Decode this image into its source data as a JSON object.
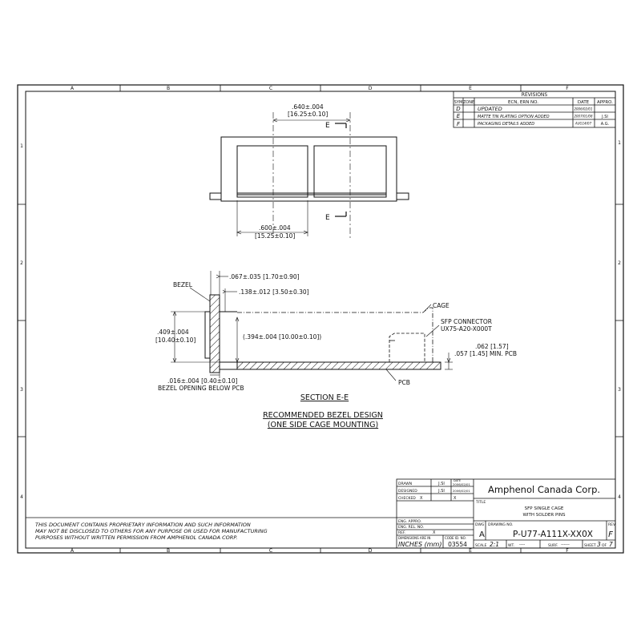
{
  "border": {
    "cols_top": [
      "A",
      "B",
      "C",
      "D",
      "E",
      "F"
    ],
    "cols_bottom": [
      "A",
      "B",
      "C",
      "D",
      "E",
      "F"
    ],
    "rows_left": [
      "1",
      "2",
      "3",
      "4"
    ],
    "rows_right": [
      "1",
      "2",
      "3",
      "4"
    ]
  },
  "revisions": {
    "title": "REVISIONS",
    "headers": {
      "sym": "SYM",
      "zone": "ZONE",
      "ecn": "ECN, ERN NO.",
      "date": "DATE",
      "appro": "APPRO."
    },
    "rows": [
      {
        "sym": "D",
        "zone": "",
        "ecn": "UPDATED",
        "date": "2006/02/01",
        "appro": ""
      },
      {
        "sym": "E",
        "zone": "",
        "ecn": "MATTE TIN PLATING OPTION ADDED",
        "date": "2007/01/08",
        "appro": "J.SI"
      },
      {
        "sym": "F",
        "zone": "",
        "ecn": "PACKAGING DETAILS ADDED",
        "date": "AUG14/07",
        "appro": "A.G."
      }
    ]
  },
  "top_view": {
    "dim_pitch": ".640±.004",
    "dim_pitch_mm": "[16.25±0.10]",
    "dim_opening": ".600±.004",
    "dim_opening_mm": "[15.25±0.10]",
    "section_mark_top": "E",
    "section_mark_bottom": "E"
  },
  "section_view": {
    "bezel_label": "BEZEL",
    "dim_a": ".067±.035 [1.70±0.90]",
    "dim_b": ".138±.012 [3.50±0.30]",
    "dim_height": ".409±.004",
    "dim_height_mm": "[10.40±0.10]",
    "dim_inner": "(.394±.004 [10.00±0.10])",
    "cage_label": "CAGE",
    "connector_label_1": "SFP CONNECTOR",
    "connector_label_2": "UX75-A20-X000T",
    "pcb_thick_1": ".062 [1.57]",
    "pcb_thick_2": ".057 [1.45] MIN. PCB",
    "pcb_label": "PCB",
    "dim_bezel_open": ".016±.004 [0.40±0.10]",
    "bezel_open_label": "BEZEL OPENING BELOW PCB",
    "section_title": "SECTION E-E",
    "design_title_1": "RECOMMENDED BEZEL DESIGN",
    "design_title_2": "(ONE SIDE CAGE MOUNTING)"
  },
  "notice": {
    "line1": "THIS DOCUMENT CONTAINS PROPRIETARY INFORMATION AND SUCH INFORMATION",
    "line2": "MAY NOT BE DISCLOSED TO OTHERS FOR ANY PURPOSE OR USED FOR MANUFACTURING",
    "line3": "PURPOSES WITHOUT WRITTEN PERMISSION FROM AMPHENOL CANADA CORP."
  },
  "title_block": {
    "drawn_label": "DRAWN",
    "drawn_by": "J.SI",
    "drawn_date": "2006/02/01",
    "date_label": "DATE",
    "designed_label": "DESIGNED",
    "designed_by": "J.SI",
    "designed_date": "2006/02/01",
    "checked_label": "CHECKED",
    "checked_by": "X",
    "checked_date": "X",
    "eng_appro_label": "ENG. APPRO.",
    "eng_rel_label": "ENG. REL. NO.",
    "ref_label": "REF.",
    "ref_value": "X",
    "dims_label": "DIMENSIONS ARE IN",
    "dims_value": "INCHES (mm)",
    "code_label": "CODE ID. NO.",
    "code_value": "03554",
    "company": "Amphenol Canada Corp.",
    "title_label": "TITLE",
    "title_1": "SFP SINGLE CAGE",
    "title_2": "WITH SOLDER PINS",
    "dwg_label": "DWG",
    "dwg_size": "A",
    "drawing_no_label": "DRAWING NO.",
    "drawing_no": "P-U77-A111X-XX0X",
    "rev_label": "REV.",
    "rev": "F",
    "scale_label": "SCALE",
    "scale": "2:1",
    "wt_label": "WT.",
    "wt_value": "----",
    "surf_label": "SURF.",
    "surf_value": "------",
    "sheet_label": "SHEET",
    "sheet_no": "3",
    "of_label": "OF",
    "sheet_total": "7"
  }
}
